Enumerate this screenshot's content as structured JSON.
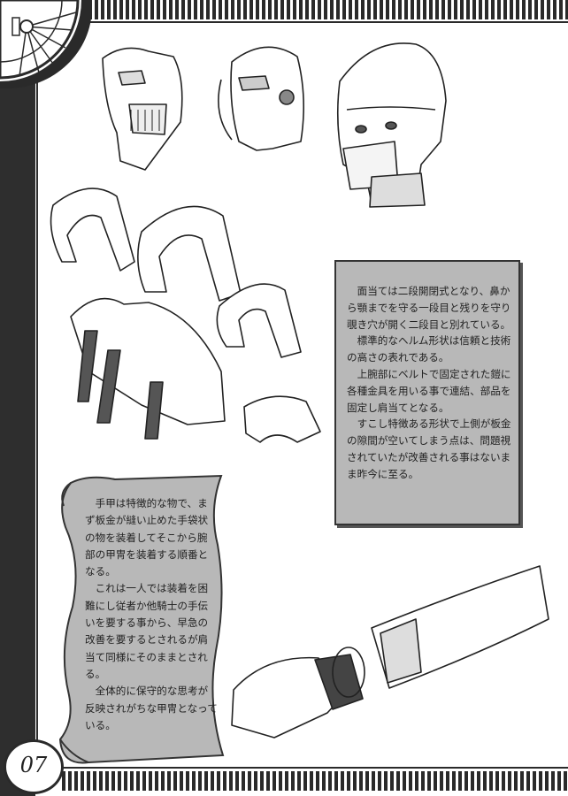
{
  "page": {
    "number": "07",
    "right_box": {
      "paragraphs": [
        "　面当ては二段開閉式となり、鼻から顎までを守る一段目と残りを守り覗き穴が開く二段目と別れている。",
        "　標準的なヘルム形状は信頼と技術の高さの表れである。",
        "　上腕部にベルトで固定された鎧に各種金具を用いる事で連結、部品を固定し肩当てとなる。",
        "　すこし特徴ある形状で上側が板金の隙間が空いてしまう点は、問題視されていたが改善される事はないまま昨今に至る。"
      ]
    },
    "left_scroll": {
      "paragraphs": [
        "　手甲は特徴的な物で、まず板金が縫い止めた手袋状の物を装着してそこから腕部の甲冑を装着する順番となる。",
        "　これは一人では装着を困難にし従者か他騎士の手伝いを要する事から、早急の改善を要するとされるが肩当て同様にそのままとされる。",
        "　全体的に保守的な思考が反映されがちな甲冑となっている。"
      ]
    }
  },
  "colors": {
    "ink": "#2a2a2a",
    "panel": "#b8b8b8",
    "paper": "#ffffff"
  },
  "icons": [
    "compass-icon"
  ]
}
